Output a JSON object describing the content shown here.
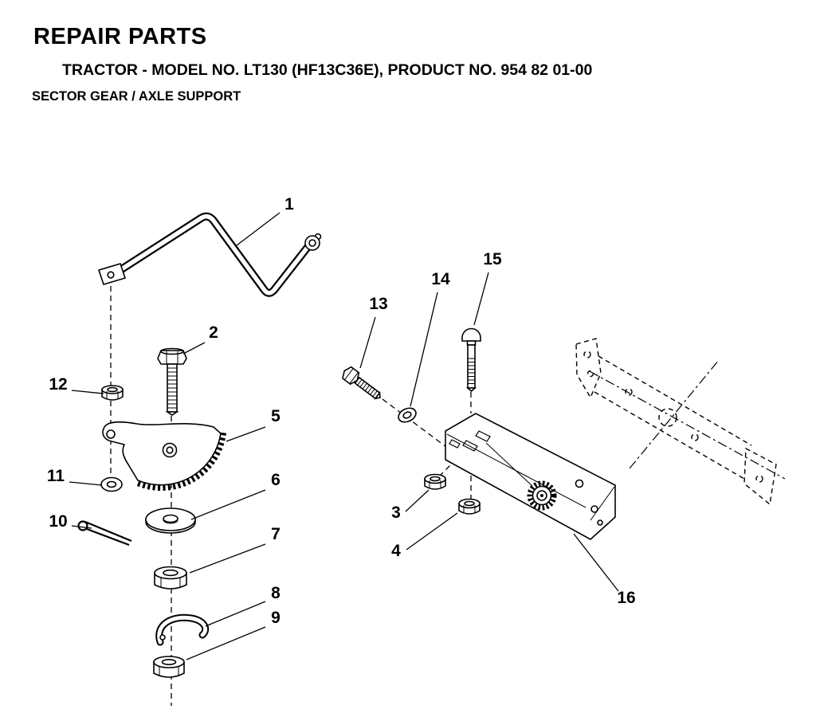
{
  "header": {
    "title": "REPAIR PARTS",
    "model_line": "TRACTOR - MODEL NO. LT130 (HF13C36E), PRODUCT NO. 954 82 01-00",
    "section_line": "SECTOR GEAR / AXLE SUPPORT"
  },
  "diagram": {
    "callout_labels": [
      "1",
      "2",
      "3",
      "4",
      "5",
      "6",
      "7",
      "8",
      "9",
      "10",
      "11",
      "12",
      "13",
      "14",
      "15",
      "16"
    ],
    "colors": {
      "ink": "#000000",
      "paper": "#ffffff"
    }
  }
}
